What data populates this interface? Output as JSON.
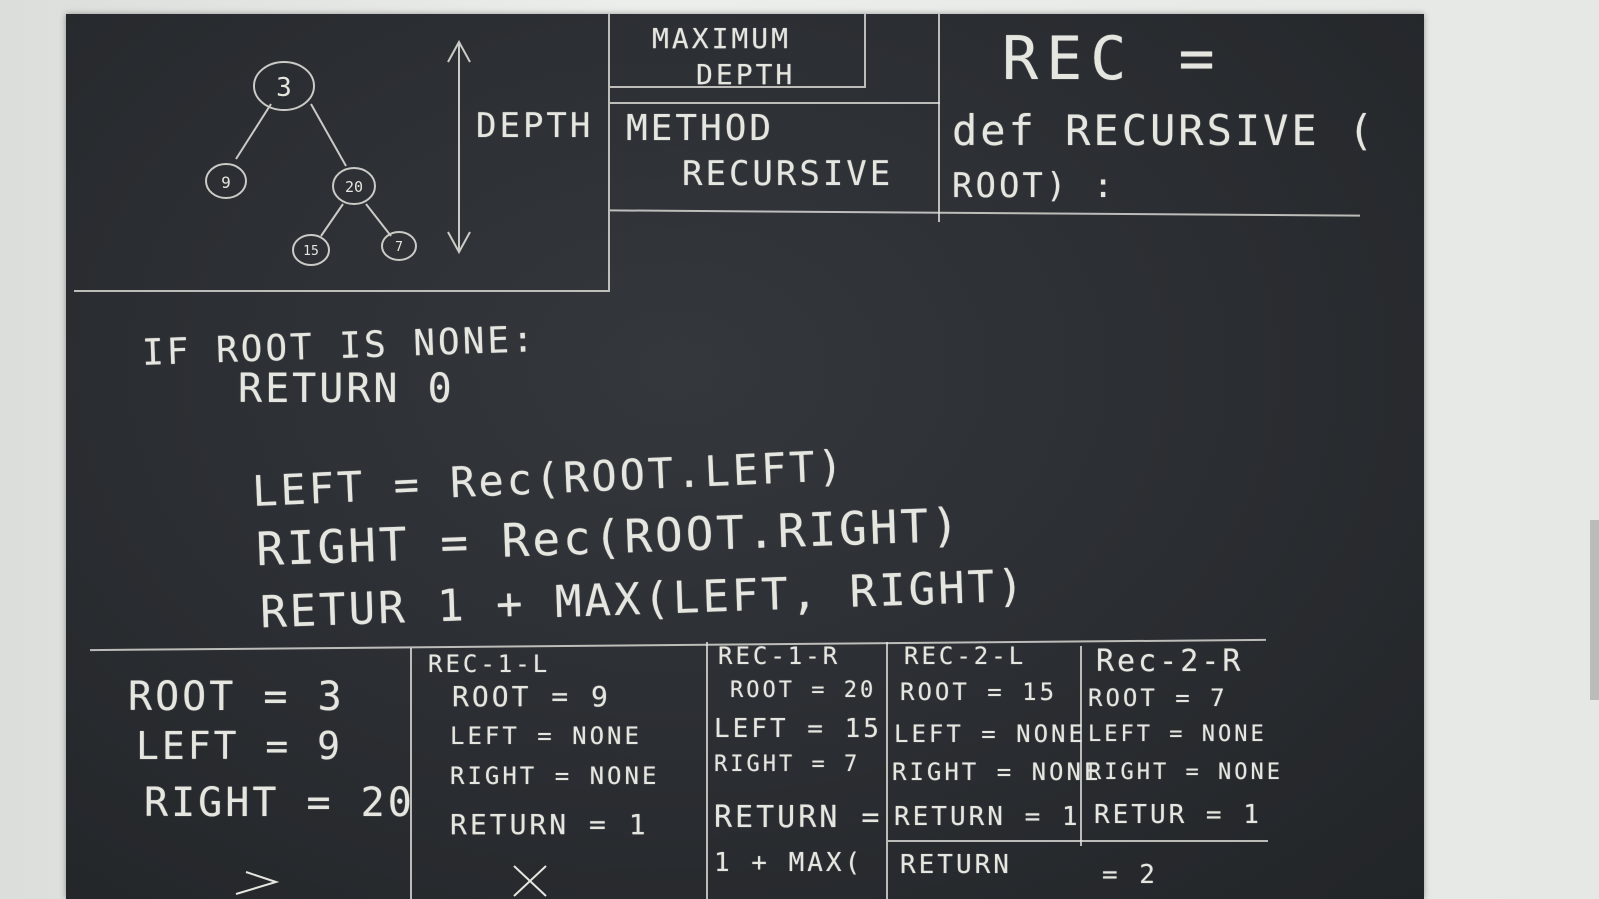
{
  "tree": {
    "root": "3",
    "left": "9",
    "right": "20",
    "right_left": "15",
    "right_right": "7"
  },
  "header": {
    "depth": "DEPTH",
    "maximum": "MAXIMUM",
    "depth_sub": "DEPTH",
    "method": "METHOD",
    "recursive": "RECURSIVE",
    "rec_title": "REC =",
    "def_line1": "def RECURSIVE (",
    "def_line2": "ROOT) :"
  },
  "code": {
    "line1": "IF ROOT IS NONE:",
    "line2": "RETURN  0",
    "line3": "LEFT = Rec(ROOT.LEFT)",
    "line4": "RIGHT = Rec(ROOT.RIGHT)",
    "line5": "RETUR  1 + MAX(LEFT, RIGHT)"
  },
  "trace": {
    "col0": {
      "root": "ROOT = 3",
      "left": "LEFT = 9",
      "right": "RIGHT = 20"
    },
    "col1": {
      "title": "REC-1-L",
      "root": "ROOT = 9",
      "left": "LEFT = NONE",
      "right": "RIGHT = NONE",
      "ret": "RETURN = 1"
    },
    "col2": {
      "title": "REC-1-R",
      "root": "ROOT = 20",
      "left": "LEFT = 15",
      "right": "RIGHT = 7",
      "ret": "RETURN =",
      "ret2": "1 + MAX("
    },
    "col3": {
      "title": "REC-2-L",
      "root": "ROOT = 15",
      "left": "LEFT = NONE",
      "right": "RIGHT = NONE",
      "ret": "RETURN = 1"
    },
    "col4": {
      "title": "Rec-2-R",
      "root": "ROOT = 7",
      "left": "LEFT = NONE",
      "right": "RIGHT = NONE",
      "ret": "RETUR = 1"
    },
    "bottom": "RETURN",
    "bottom_tail": "= 2"
  }
}
